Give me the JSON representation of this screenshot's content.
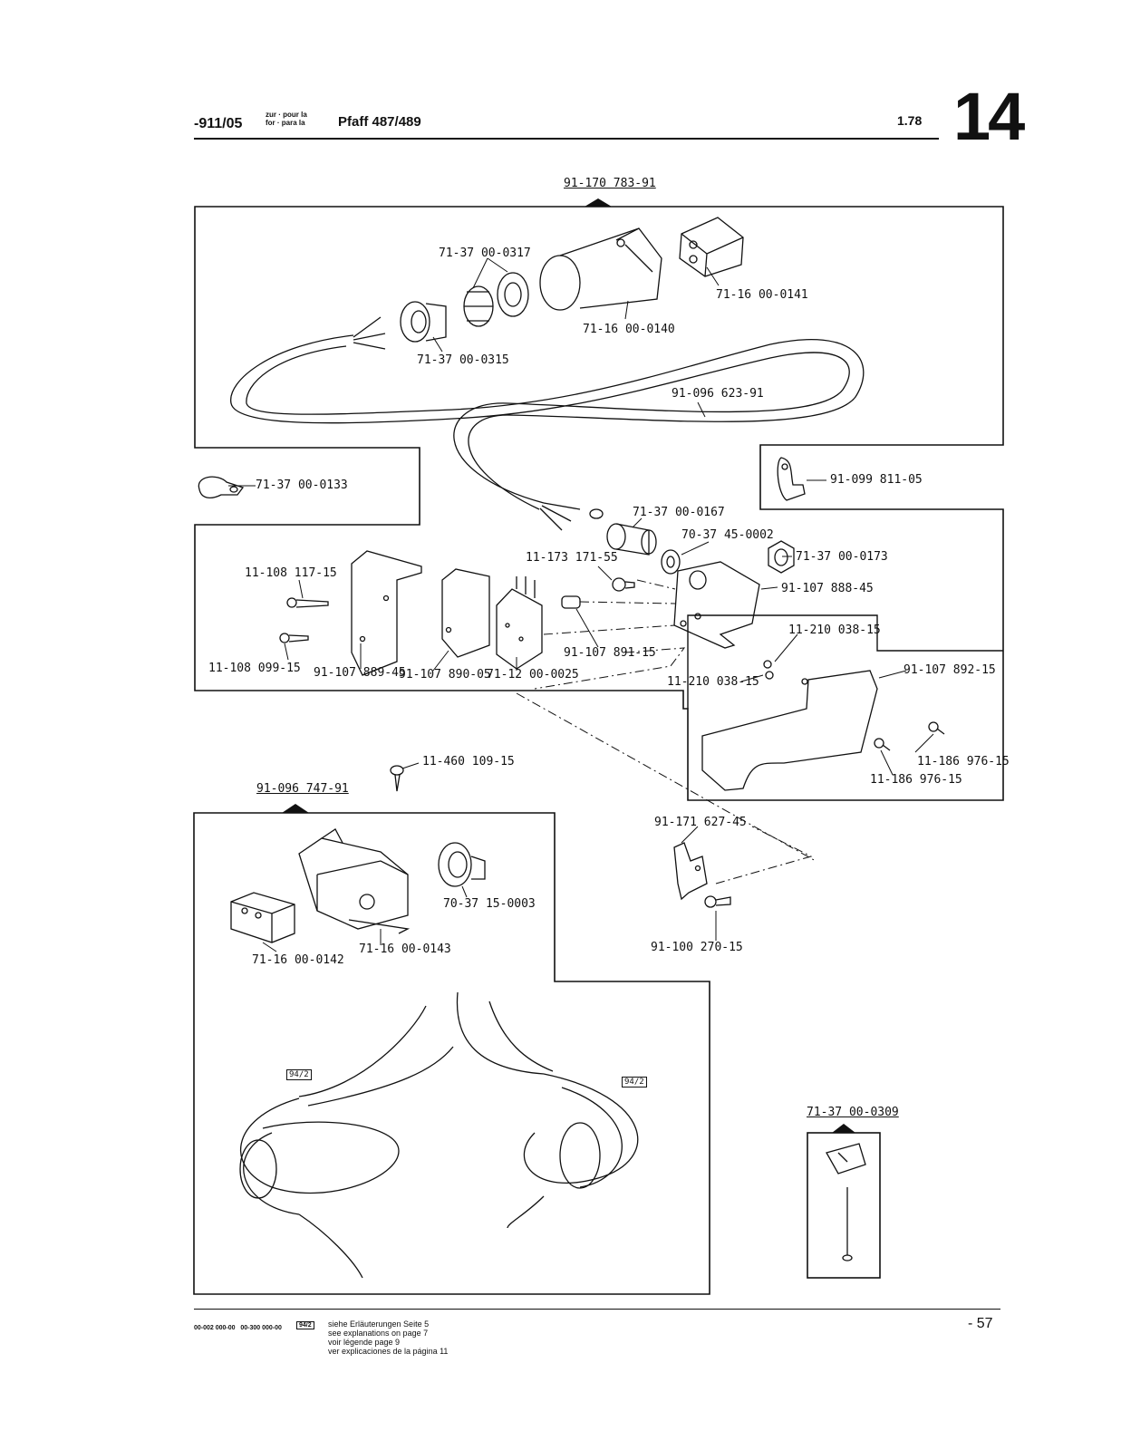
{
  "header": {
    "model_code": "-911/05",
    "prep_line1": "zur · pour la",
    "prep_line2": "for · para la",
    "machine": "Pfaff 487/489",
    "date": "1.78",
    "section": "14"
  },
  "groups": {
    "top_assembly": "91-170 783-91",
    "lower_assembly": "91-096 747-91",
    "small_assembly": "71-37 00-0309"
  },
  "parts": {
    "p0317": "71-37 00-0317",
    "p0141": "71-16 00-0141",
    "p0140": "71-16 00-0140",
    "p0315": "71-37 00-0315",
    "p623": "91-096 623-91",
    "p0133": "71-37 00-0133",
    "p811": "91-099 811-05",
    "p0167": "71-37 00-0167",
    "p45_0002": "70-37 45-0002",
    "p171": "11-173 171-55",
    "p0173": "71-37 00-0173",
    "p117": "11-108 117-15",
    "p888": "91-107 888-45",
    "p038a": "11-210 038-15",
    "p038b": "11-210 038-15",
    "p099": "11-108 099-15",
    "p889": "91-107 889-45",
    "p890": "91-107 890-05",
    "p0025": "71-12 00-0025",
    "p891": "91-107 891-15",
    "p892": "91-107 892-15",
    "p976a": "11-186 976-15",
    "p976b": "11-186 976-15",
    "p109": "11-460 109-15",
    "p627": "91-171 627-45",
    "p15_0003": "70-37 15-0003",
    "p0143": "71-16 00-0143",
    "p0142": "71-16 00-0142",
    "p270": "91-100 270-15",
    "ref_a": "94/2",
    "ref_b": "94/2"
  },
  "footer": {
    "code_a": "00-002 000-00",
    "code_b": "00-300 000-00",
    "ref_box": "94/2",
    "line_de": "siehe Erläuterungen Seite 5",
    "line_en": "see explanations on page 7",
    "line_fr": "voir légende page 9",
    "line_es": "ver explicaciones de la página 11",
    "page": "- 57"
  }
}
